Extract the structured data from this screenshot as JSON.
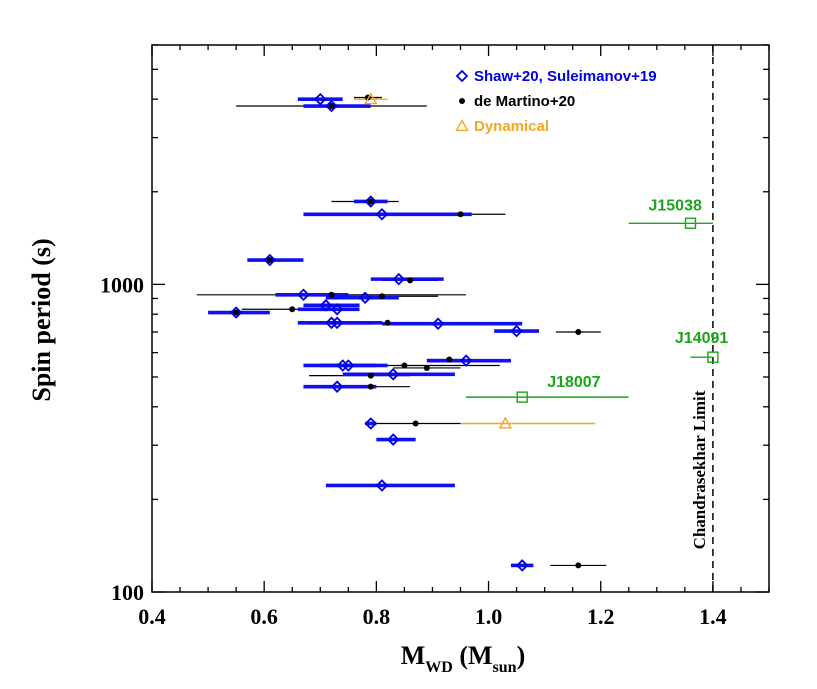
{
  "chart_data": {
    "type": "scatter",
    "xlabel_main": "M",
    "xlabel_sub1": "WD",
    "xlabel_mid": " (M",
    "xlabel_sub2": "sun",
    "xlabel_end": ")",
    "ylabel": "Spin period (s)",
    "xlim": [
      0.4,
      1.5
    ],
    "ylim": [
      100,
      6000
    ],
    "yscale": "log",
    "x_ticks": [
      "0.4",
      "0.6",
      "0.8",
      "1.0",
      "1.2",
      "1.4"
    ],
    "y_ticks": [
      "100",
      "1000"
    ],
    "colors": {
      "shaw": "#0000e6",
      "shaw_bar": "#1010f0",
      "martino": "#000000",
      "dynamical": "#f5a623",
      "green": "#1aa51a"
    },
    "legend": {
      "position": "top-right",
      "entries": [
        "Shaw+20, Suleimanov+19",
        "de Martino+20",
        "Dynamical"
      ]
    },
    "chandrasekhar": {
      "x": 1.4,
      "label": "Chandrasekhar Limit"
    },
    "series": [
      {
        "name": "Shaw+20, Suleimanov+19",
        "marker": "diamond",
        "points": [
          {
            "x": 0.7,
            "y": 4000,
            "xmin": 0.66,
            "xmax": 0.74
          },
          {
            "x": 0.72,
            "y": 3800,
            "xmin": 0.67,
            "xmax": 0.79
          },
          {
            "x": 0.79,
            "y": 1860,
            "xmin": 0.76,
            "xmax": 0.82
          },
          {
            "x": 0.81,
            "y": 1690,
            "xmin": 0.67,
            "xmax": 0.97
          },
          {
            "x": 0.61,
            "y": 1200,
            "xmin": 0.57,
            "xmax": 0.67
          },
          {
            "x": 0.84,
            "y": 1040,
            "xmin": 0.79,
            "xmax": 0.92
          },
          {
            "x": 0.67,
            "y": 925,
            "xmin": 0.62,
            "xmax": 0.75
          },
          {
            "x": 0.78,
            "y": 905,
            "xmin": 0.71,
            "xmax": 0.84
          },
          {
            "x": 0.71,
            "y": 855,
            "xmin": 0.67,
            "xmax": 0.77
          },
          {
            "x": 0.73,
            "y": 830,
            "xmin": 0.66,
            "xmax": 0.77
          },
          {
            "x": 0.55,
            "y": 810,
            "xmin": 0.5,
            "xmax": 0.61
          },
          {
            "x": 0.72,
            "y": 750,
            "xmin": 0.66,
            "xmax": 0.81
          },
          {
            "x": 0.73,
            "y": 750,
            "xmin": 0.68,
            "xmax": 0.79
          },
          {
            "x": 0.91,
            "y": 745,
            "xmin": 0.81,
            "xmax": 1.06
          },
          {
            "x": 1.05,
            "y": 705,
            "xmin": 1.01,
            "xmax": 1.09
          },
          {
            "x": 0.96,
            "y": 565,
            "xmin": 0.89,
            "xmax": 1.04
          },
          {
            "x": 0.74,
            "y": 545,
            "xmin": 0.67,
            "xmax": 0.82
          },
          {
            "x": 0.75,
            "y": 545,
            "xmin": 0.7,
            "xmax": 0.8
          },
          {
            "x": 0.83,
            "y": 510,
            "xmin": 0.74,
            "xmax": 0.94
          },
          {
            "x": 0.73,
            "y": 465,
            "xmin": 0.67,
            "xmax": 0.8
          },
          {
            "x": 0.79,
            "y": 353,
            "xmin": 0.78,
            "xmax": 0.8
          },
          {
            "x": 0.83,
            "y": 313,
            "xmin": 0.8,
            "xmax": 0.87
          },
          {
            "x": 0.81,
            "y": 222,
            "xmin": 0.71,
            "xmax": 0.94
          },
          {
            "x": 1.06,
            "y": 122,
            "xmin": 1.04,
            "xmax": 1.08
          }
        ]
      },
      {
        "name": "de Martino+20",
        "marker": "dot",
        "points": [
          {
            "x": 0.785,
            "y": 4050,
            "xmin": 0.76,
            "xmax": 0.81
          },
          {
            "x": 0.72,
            "y": 3800,
            "xmin": 0.55,
            "xmax": 0.89
          },
          {
            "x": 0.79,
            "y": 1860,
            "xmin": 0.72,
            "xmax": 0.84
          },
          {
            "x": 0.95,
            "y": 1690,
            "xmin": 0.87,
            "xmax": 1.03
          },
          {
            "x": 0.61,
            "y": 1200,
            "xmin": 0.58,
            "xmax": 0.64
          },
          {
            "x": 0.86,
            "y": 1030,
            "xmin": 0.81,
            "xmax": 0.91
          },
          {
            "x": 0.72,
            "y": 925,
            "xmin": 0.48,
            "xmax": 0.96
          },
          {
            "x": 0.81,
            "y": 915,
            "xmin": 0.72,
            "xmax": 0.91
          },
          {
            "x": 0.65,
            "y": 830,
            "xmin": 0.56,
            "xmax": 0.74
          },
          {
            "x": 0.55,
            "y": 810,
            "xmin": 0.51,
            "xmax": 0.59
          },
          {
            "x": 0.82,
            "y": 750,
            "xmin": 0.77,
            "xmax": 0.88
          },
          {
            "x": 1.16,
            "y": 700,
            "xmin": 1.12,
            "xmax": 1.2
          },
          {
            "x": 0.93,
            "y": 570,
            "xmin": 0.89,
            "xmax": 0.96
          },
          {
            "x": 0.89,
            "y": 535,
            "xmin": 0.83,
            "xmax": 0.95
          },
          {
            "x": 0.85,
            "y": 545,
            "xmin": 0.71,
            "xmax": 1.02
          },
          {
            "x": 0.79,
            "y": 505,
            "xmin": 0.68,
            "xmax": 0.86
          },
          {
            "x": 0.79,
            "y": 465,
            "xmin": 0.71,
            "xmax": 0.86
          },
          {
            "x": 0.87,
            "y": 353,
            "xmin": 0.79,
            "xmax": 0.95
          },
          {
            "x": 1.16,
            "y": 122,
            "xmin": 1.11,
            "xmax": 1.21
          }
        ]
      },
      {
        "name": "Dynamical",
        "marker": "triangle",
        "points": [
          {
            "x": 0.79,
            "y": 4000,
            "xmin": 0.76,
            "xmax": 0.82
          },
          {
            "x": 1.03,
            "y": 353,
            "xmin": 0.95,
            "xmax": 1.19
          }
        ]
      },
      {
        "marker": "square",
        "points": [
          {
            "x": 1.36,
            "y": 1580,
            "xmin": 1.25,
            "xmax": 1.4,
            "label": "J15038"
          },
          {
            "x": 1.4,
            "y": 580,
            "xmin": 1.36,
            "xmax": 1.4,
            "label": "J14091"
          },
          {
            "x": 1.06,
            "y": 430,
            "xmin": 0.96,
            "xmax": 1.25,
            "label": "J18007"
          }
        ]
      }
    ]
  }
}
